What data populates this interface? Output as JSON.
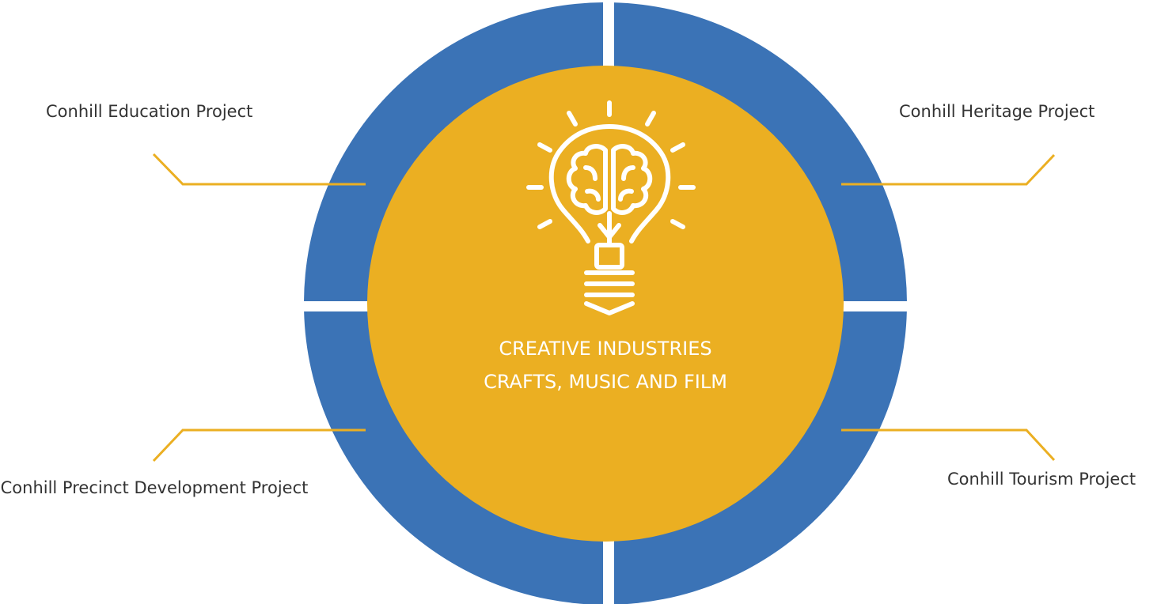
{
  "colors": {
    "ring": "#3b73b6",
    "core": "#ebaf22",
    "connector": "#ebaf22",
    "gap": "#ffffff",
    "label_text": "#333333",
    "core_text": "#ffffff"
  },
  "center": {
    "icon": "lightbulb-brain-icon",
    "line1": "CREATIVE INDUSTRIES",
    "line2": "CRAFTS, MUSIC AND FILM"
  },
  "segments": [
    {
      "id": "education",
      "label": "Conhill Education Project"
    },
    {
      "id": "heritage",
      "label": "Conhill Heritage  Project"
    },
    {
      "id": "precinct",
      "label": "Conhill Precinct Development Project"
    },
    {
      "id": "tourism",
      "label": "Conhill Tourism Project"
    }
  ]
}
